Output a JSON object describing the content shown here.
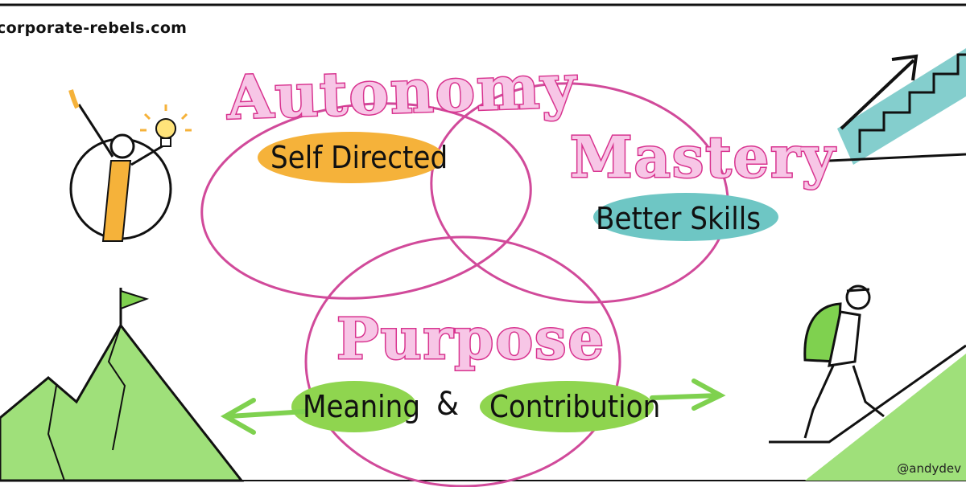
{
  "site_label": "corporate-rebels.com",
  "artist_handle": "@andydev",
  "pillars": {
    "autonomy": {
      "title": "Autonomy",
      "subtitle": "Self Directed"
    },
    "mastery": {
      "title": "Mastery",
      "subtitle": "Better Skills"
    },
    "purpose": {
      "title": "Purpose",
      "subtitle_left": "Meaning",
      "subtitle_join": "&",
      "subtitle_right": "Contribution"
    }
  },
  "colors": {
    "circle_stroke": "#d14a9a",
    "title_stroke": "#d8338f",
    "title_fill": "#f7c6e6",
    "highlight_orange": "#f5b23a",
    "highlight_teal": "#6ec6c4",
    "highlight_green": "#8fd54f",
    "mountain_green": "#9fe07a",
    "arrow_green": "#7fd14f"
  },
  "icons": {
    "autonomy": "person-with-lightbulb-icon",
    "mastery": "stairs-with-arrow-icon",
    "purpose_left": "mountain-with-flag-icon",
    "purpose_right": "hiker-with-backpack-icon"
  }
}
